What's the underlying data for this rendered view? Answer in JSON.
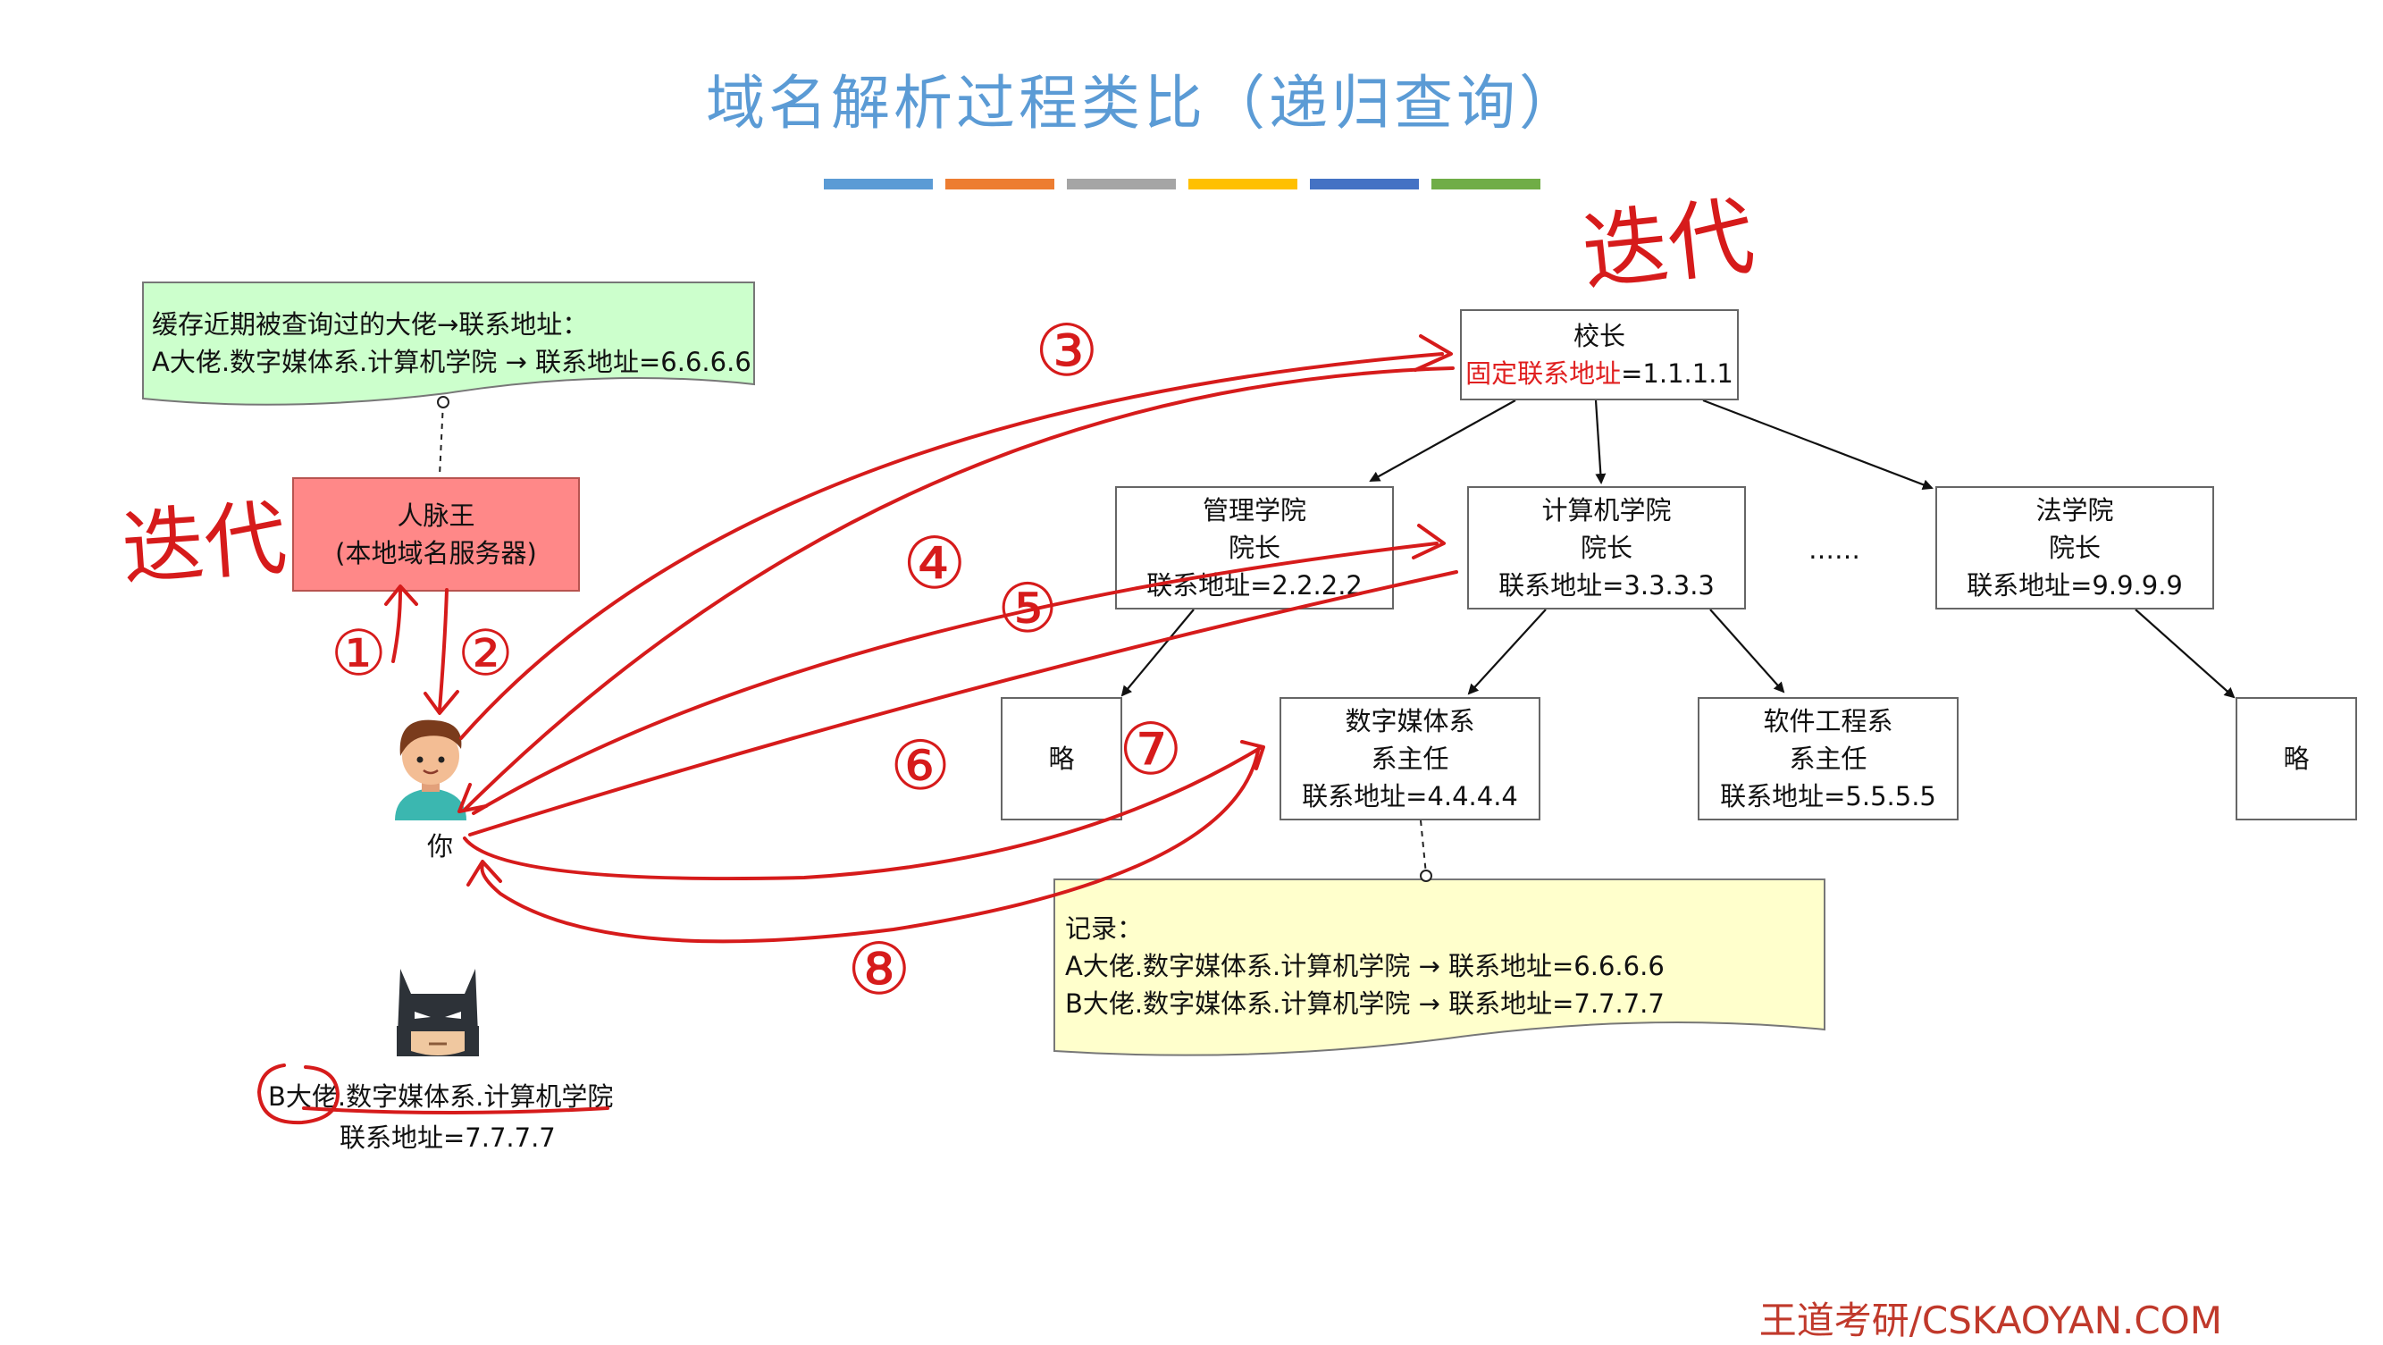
{
  "title": "域名解析过程类比（递归查询）",
  "bar_colors": [
    "#5b9bd5",
    "#ed7d31",
    "#a5a5a5",
    "#ffc000",
    "#4472c4",
    "#70ad47"
  ],
  "handwriting": {
    "iterate_top": "迭代",
    "iterate_left": "迭代",
    "steps": [
      "①",
      "②",
      "③",
      "④",
      "⑤",
      "⑥",
      "⑦",
      "⑧"
    ]
  },
  "cache_note": {
    "line1": "缓存近期被查询过的大佬→联系地址：",
    "line2": "A大佬.数字媒体系.计算机学院 → 联系地址=6.6.6.6"
  },
  "local_dns": {
    "line1": "人脉王",
    "line2": "(本地域名服务器)"
  },
  "you_label": "你",
  "target": {
    "name": "B大佬.数字媒体系.计算机学院",
    "address": "联系地址=7.7.7.7"
  },
  "tree": {
    "root": {
      "line1": "校长",
      "line2_red": "固定联系地址",
      "line2_rest": "=1.1.1.1"
    },
    "mgmt": {
      "line1": "管理学院",
      "line2": "院长",
      "line3": "联系地址=2.2.2.2"
    },
    "cs": {
      "line1": "计算机学院",
      "line2": "院长",
      "line3": "联系地址=3.3.3.3"
    },
    "ellipsis": "……",
    "law": {
      "line1": "法学院",
      "line2": "院长",
      "line3": "联系地址=9.9.9.9"
    },
    "mgmt_child": "略",
    "dm": {
      "line1": "数字媒体系",
      "line2": "系主任",
      "line3": "联系地址=4.4.4.4"
    },
    "se": {
      "line1": "软件工程系",
      "line2": "系主任",
      "line3": "联系地址=5.5.5.5"
    },
    "law_child": "略"
  },
  "record_note": {
    "line1": "记录：",
    "line2": "A大佬.数字媒体系.计算机学院 → 联系地址=6.6.6.6",
    "line3": "B大佬.数字媒体系.计算机学院 → 联系地址=7.7.7.7"
  },
  "footer": "王道考研/CSKAOYAN.COM"
}
